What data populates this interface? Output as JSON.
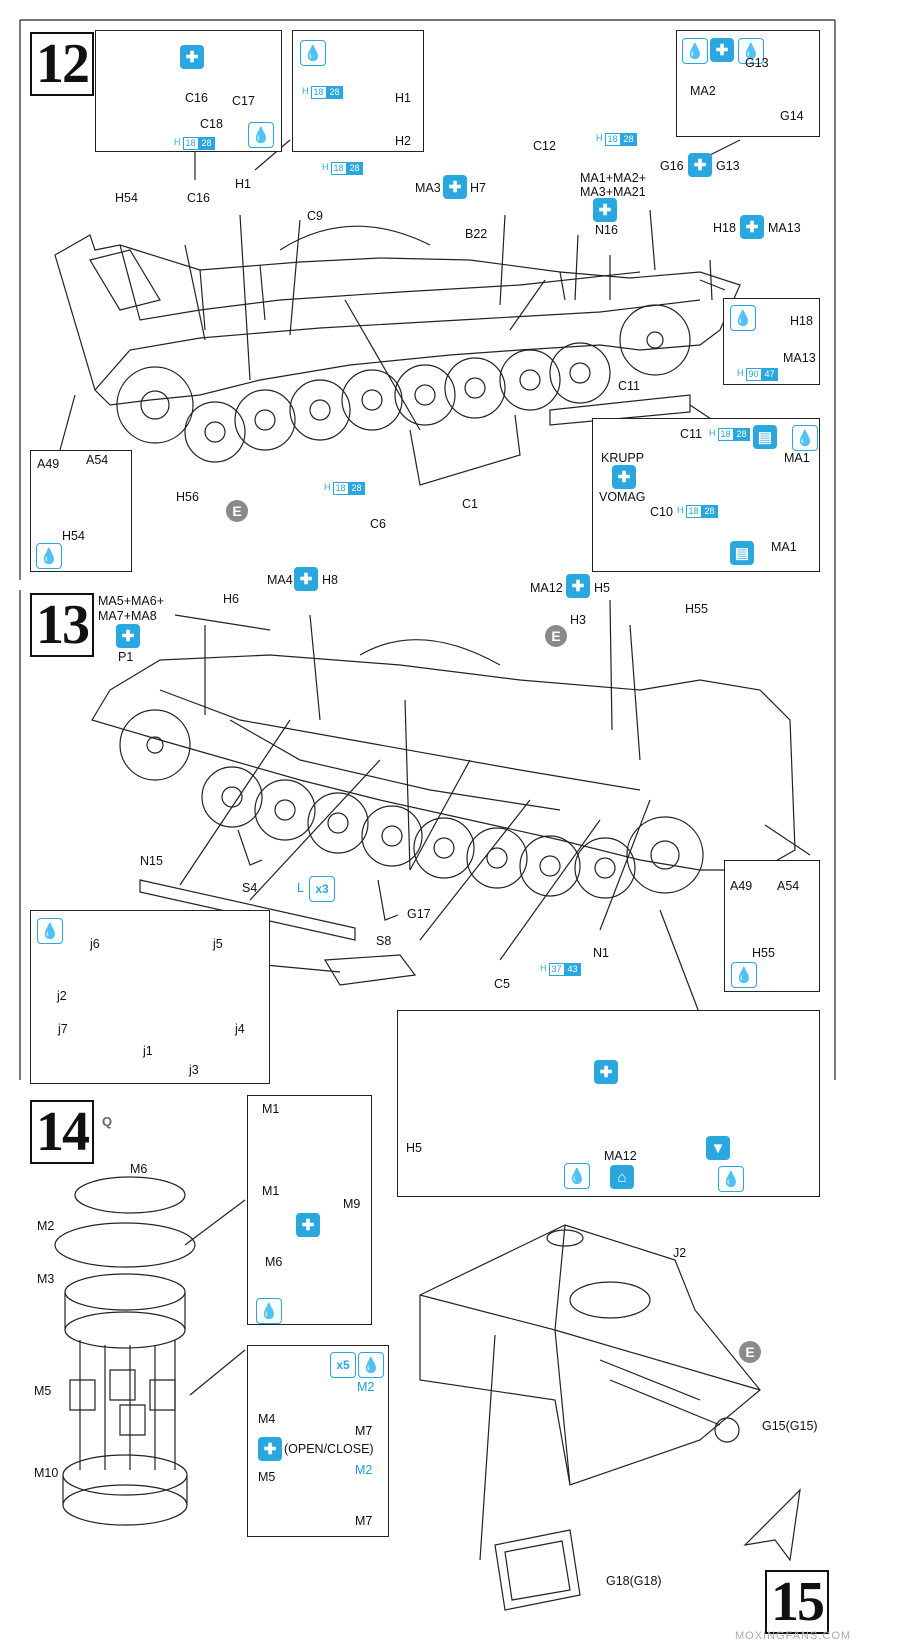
{
  "steps": {
    "s12": "12",
    "s13": "13",
    "s14": "14",
    "s15": "15",
    "step14_mark": "Q"
  },
  "step12": {
    "parts": {
      "C16": "C16",
      "C17": "C17",
      "C18": "C18",
      "H1": "H1",
      "H2": "H2",
      "MA2": "MA2",
      "G13": "G13",
      "G14": "G14",
      "C12": "C12",
      "G16": "G16",
      "G13b": "G13",
      "MA1_combo": "MA1+MA2+",
      "MA3_combo": "MA3+MA21",
      "N16": "N16",
      "H18": "H18",
      "MA13": "MA13",
      "H18b": "H18",
      "MA13b": "MA13",
      "H54": "H54",
      "C16b": "C16",
      "H1b": "H1",
      "C9": "C9",
      "MA3": "MA3",
      "H7": "H7",
      "B22": "B22",
      "C11": "C11",
      "C11b": "C11",
      "KRUPP": "KRUPP",
      "VOMAG": "VOMAG",
      "MA1": "MA1",
      "C10": "C10",
      "MA1b": "MA1",
      "A49": "A49",
      "A54": "A54",
      "H54b": "H54",
      "H56": "H56",
      "C6": "C6",
      "C1": "C1"
    },
    "badges": {
      "c18_badge": [
        "H",
        "18",
        "28"
      ],
      "h2_badge": [
        "H",
        "18",
        "28"
      ],
      "c9_badge": [
        "H",
        "18",
        "28"
      ],
      "c12_badge": [
        "H",
        "18",
        "28"
      ],
      "h18_badge": [
        "H",
        "90",
        "47"
      ],
      "c11_badge": [
        "H",
        "18",
        "28"
      ],
      "c10_badge": [
        "H",
        "18",
        "28"
      ],
      "c6_badge": [
        "H",
        "18",
        "28"
      ]
    },
    "E": "E"
  },
  "step13": {
    "parts": {
      "MA_combo1": "MA5+MA6+",
      "MA_combo2": "MA7+MA8",
      "P1": "P1",
      "H6": "H6",
      "MA4": "MA4",
      "H8": "H8",
      "MA12": "MA12",
      "H5": "H5",
      "H3": "H3",
      "H55": "H55",
      "N15": "N15",
      "S4": "S4",
      "L": "L",
      "x3": "x3",
      "G17": "G17",
      "S8": "S8",
      "C5": "C5",
      "N1": "N1",
      "j6": "j6",
      "j5": "j5",
      "j2": "j2",
      "j4": "j4",
      "j7": "j7",
      "j1": "j1",
      "j3": "j3",
      "A49": "A49",
      "A54": "A54",
      "H55b": "H55",
      "H5b": "H5",
      "MA12b": "MA12"
    },
    "badges": {
      "n1_badge": [
        "H",
        "37",
        "43"
      ]
    },
    "E": "E"
  },
  "step14": {
    "parts": {
      "M6": "M6",
      "M2": "M2",
      "M3": "M3",
      "M5": "M5",
      "M10": "M10",
      "M1a": "M1",
      "M1b": "M1",
      "M9": "M9",
      "M6b": "M6",
      "M4": "M4",
      "M2b": "M2",
      "M7": "M7",
      "openclose": "(OPEN/CLOSE)",
      "M5b": "M5",
      "M2c": "M2",
      "M7b": "M7",
      "x5": "x5"
    }
  },
  "step15": {
    "parts": {
      "J2": "J2",
      "E": "E",
      "G15": "G15(G15)",
      "G18": "G18(G18)"
    }
  },
  "watermark": "MOXINGFANS.COM",
  "colors": {
    "accent": "#2aa7df",
    "ink": "#111111",
    "grey_marker": "#8a8a8a"
  }
}
